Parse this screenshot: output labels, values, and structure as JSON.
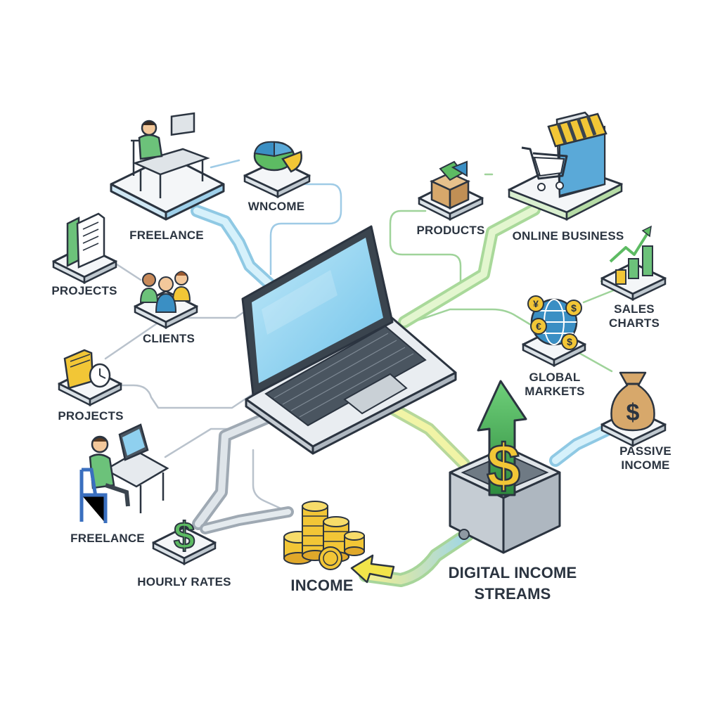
{
  "labels": {
    "freelance_top": "FREELANCE",
    "wncome": "WNCOME",
    "projects_top": "PROJECTS",
    "clients": "CLIENTS",
    "projects_mid": "PROJECTS",
    "freelance_bottom": "FREELANCE",
    "hourly_rates": "HOURLY RATES",
    "income": "INCOME",
    "digital_income_streams": [
      "DIGITAL INCOME",
      "STREAMS"
    ],
    "products": "PRODUCTS",
    "online_business": "ONLINE BUSINESS",
    "sales_charts": [
      "SALES",
      "CHARTS"
    ],
    "global_markets": [
      "GLOBAL",
      "MARKETS"
    ],
    "passive_income": [
      "PASSIVE",
      "INCOME"
    ]
  },
  "icons": {
    "dollar": "$",
    "yen": "¥",
    "euro": "€"
  },
  "colors": {
    "pipe_blue": "#a9dcf0",
    "pipe_green": "#bfe6a8",
    "line_gray": "#b9c2cc",
    "line_green": "#9fd39a",
    "screen": "#8fd0ef",
    "accent_green": "#5dbb63",
    "coin_gold": "#f2c636"
  }
}
